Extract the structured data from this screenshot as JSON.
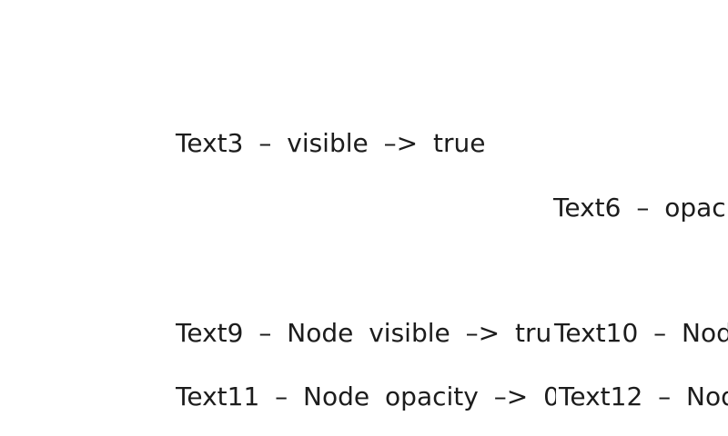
{
  "canvas": {
    "background_color": "#ffffff",
    "text_color": "#1c1c1c"
  },
  "labels": {
    "text3": "Text3 – visible –> true",
    "text6": "Text6 – opac",
    "text9": "Text9 – Node visible –> tru",
    "text10": "Text10 – Nod",
    "text11": "Text11 – Node opacity –> 0",
    "text12": "Text12 – Nod"
  }
}
